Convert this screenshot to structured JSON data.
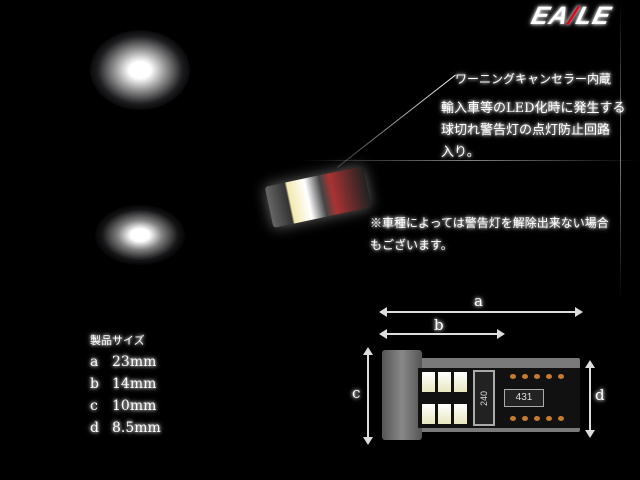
{
  "brand": {
    "logo_text": "EALE"
  },
  "feature": {
    "title": "ワーニングキャンセラー内蔵",
    "lines": [
      "輸入車等のLED化時に発生する",
      "球切れ警告灯の点灯防止回路",
      "入り。"
    ]
  },
  "note": {
    "lines": [
      "※車種によっては警告灯を解除出来ない場合",
      "もございます。"
    ]
  },
  "sizes": {
    "heading": "製品サイズ",
    "items": [
      {
        "key": "a",
        "value": "23mm"
      },
      {
        "key": "b",
        "value": "14mm"
      },
      {
        "key": "c",
        "value": "10mm"
      },
      {
        "key": "d",
        "value": "8.5mm"
      }
    ]
  },
  "diagram": {
    "label_a": "a",
    "label_b": "b",
    "label_c": "c",
    "label_d": "d",
    "resistor1": "240",
    "resistor2": "431"
  }
}
